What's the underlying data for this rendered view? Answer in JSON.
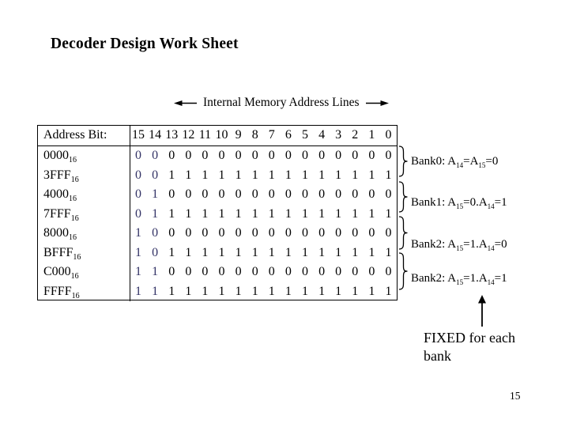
{
  "slide": {
    "title": "Decoder Design Work Sheet",
    "page_number": "15"
  },
  "memory_lines_label": "Internal Memory Address Lines",
  "table": {
    "header_address": "Address Bit:",
    "bit_columns": [
      "15",
      "14",
      "13",
      "12",
      "11",
      "10",
      "9",
      "8",
      "7",
      "6",
      "5",
      "4",
      "3",
      "2",
      "1",
      "0"
    ],
    "highlight_color": "#333366",
    "highlighted_bit_count": 2,
    "rows": [
      {
        "address": "0000",
        "radix": "16",
        "bits": "0000000000000000"
      },
      {
        "address": "3FFF",
        "radix": "16",
        "bits": "0011111111111111"
      },
      {
        "address": "4000",
        "radix": "16",
        "bits": "0100000000000000"
      },
      {
        "address": "7FFF",
        "radix": "16",
        "bits": "0111111111111111"
      },
      {
        "address": "8000",
        "radix": "16",
        "bits": "1000000000000000"
      },
      {
        "address": "BFFF",
        "radix": "16",
        "bits": "1011111111111111"
      },
      {
        "address": "C000",
        "radix": "16",
        "bits": "1100000000000000"
      },
      {
        "address": "FFFF",
        "radix": "16",
        "bits": "1111111111111111"
      }
    ]
  },
  "banks": [
    {
      "name": "Bank0: ",
      "segments": [
        {
          "text": "A",
          "sub": "14"
        },
        {
          "text": "=A",
          "sub": "15"
        },
        {
          "text": "=0",
          "sub": ""
        }
      ]
    },
    {
      "name": "Bank1: ",
      "segments": [
        {
          "text": "A",
          "sub": "15"
        },
        {
          "text": "=0.A",
          "sub": "14"
        },
        {
          "text": "=1",
          "sub": ""
        }
      ]
    },
    {
      "name": "Bank2: ",
      "segments": [
        {
          "text": "A",
          "sub": "15"
        },
        {
          "text": "=1.A",
          "sub": "14"
        },
        {
          "text": "=0",
          "sub": ""
        }
      ]
    },
    {
      "name": "Bank2: ",
      "segments": [
        {
          "text": "A",
          "sub": "15"
        },
        {
          "text": "=1.A",
          "sub": "14"
        },
        {
          "text": "=1",
          "sub": ""
        }
      ]
    }
  ],
  "fixed_note": {
    "line1": "FIXED for each",
    "line2": "bank"
  }
}
